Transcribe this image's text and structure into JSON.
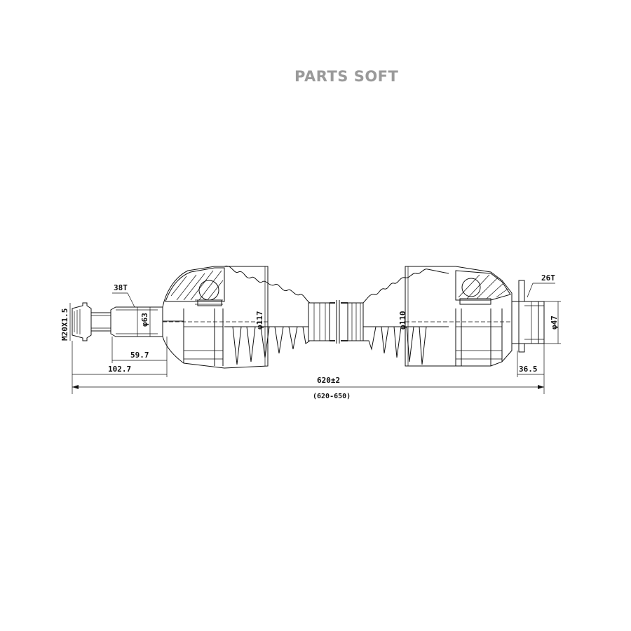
{
  "watermark": "PARTS SOFT",
  "labels": {
    "thread": "M20X1.5",
    "spline_outer": "38T",
    "dia_shaft": "φ63",
    "dia_outer_joint": "φ117",
    "dia_inner_joint": "φ110",
    "spline_inner": "26T",
    "dia_stub": "φ47",
    "len_59": "59.7",
    "len_102": "102.7",
    "len_36": "36.5",
    "total_length": "620±2",
    "length_range": "(620-650)"
  }
}
